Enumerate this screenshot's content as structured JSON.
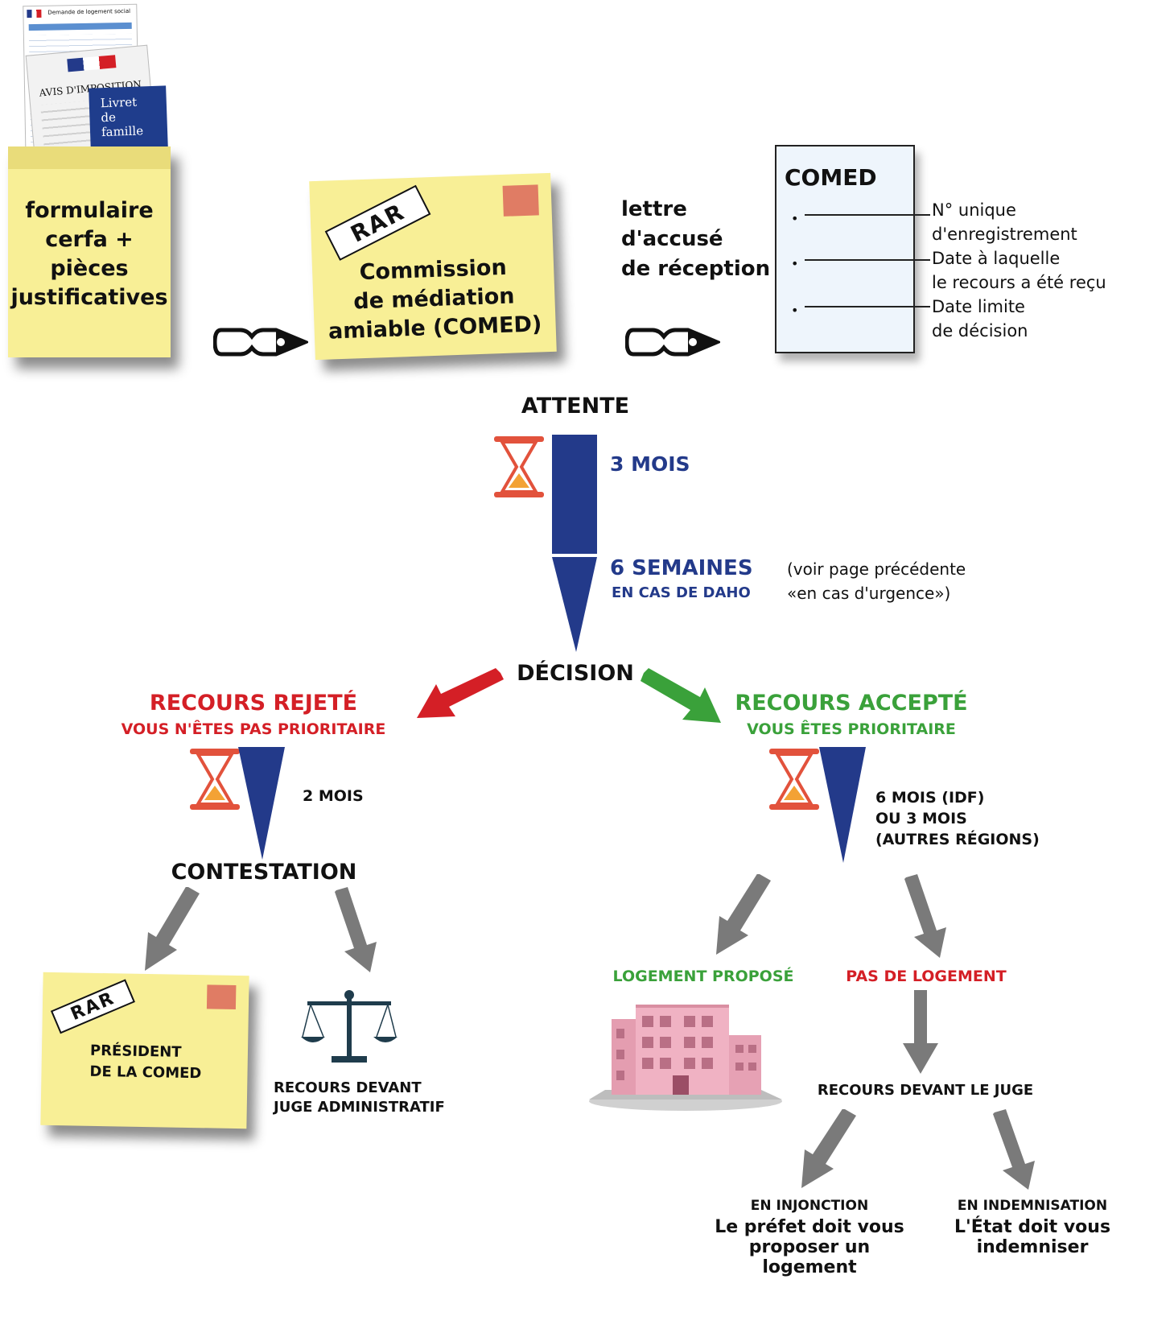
{
  "docs": {
    "cerfa_title": "Demande de logement social",
    "avis": "AVIS D'IMPOSITION",
    "livret": [
      "Livret",
      "de",
      "famille"
    ]
  },
  "step1": {
    "lines": [
      "formulaire",
      "cerfa + pièces",
      "justificatives"
    ]
  },
  "step2": {
    "rar": "RAR",
    "lines": [
      "Commission",
      "de médiation",
      "amiable (COMED)"
    ]
  },
  "step3": {
    "lines": [
      "lettre",
      "d'accusé",
      "de réception"
    ]
  },
  "comed_doc": {
    "title": "COMED",
    "items": [
      [
        "N° unique",
        "d'enregistrement"
      ],
      [
        "Date à laquelle",
        "le recours a été reçu"
      ],
      [
        "Date limite",
        "de décision"
      ]
    ]
  },
  "wait": {
    "title": "ATTENTE",
    "three_months": "3 MOIS",
    "six_weeks": "6 SEMAINES",
    "daho": "EN CAS DE DAHO",
    "see_note": [
      "(voir page précédente",
      "«en cas d'urgence»)"
    ]
  },
  "decision": {
    "title": "DÉCISION"
  },
  "rejected": {
    "title": "RECOURS REJETÉ",
    "subtitle": "VOUS N'ÊTES PAS PRIORITAIRE",
    "delay": "2 MOIS",
    "contest": "CONTESTATION",
    "rar": "RAR",
    "president": [
      "PRÉSIDENT",
      "DE LA COMED"
    ],
    "judge": [
      "RECOURS DEVANT",
      "JUGE ADMINISTRATIF"
    ]
  },
  "accepted": {
    "title": "RECOURS ACCEPTÉ",
    "subtitle": "VOUS ÊTES PRIORITAIRE",
    "delay": [
      "6 MOIS (IDF)",
      "OU 3 MOIS",
      "(AUTRES RÉGIONS)"
    ],
    "housing": "LOGEMENT PROPOSÉ",
    "no_housing": "PAS DE LOGEMENT",
    "judge": "RECOURS DEVANT LE JUGE",
    "injunction": {
      "title": "EN INJONCTION",
      "lines": [
        "Le préfet doit vous",
        "proposer un logement"
      ]
    },
    "indemnity": {
      "title": "EN INDEMNISATION",
      "lines": [
        "L'État doit vous",
        "indemniser"
      ]
    }
  },
  "colors": {
    "note": "#f8ef96",
    "blue": "#233a8a",
    "red": "#d41f26",
    "green": "#3aa13a",
    "grey_arrow": "#7a7a7a",
    "stamp": "#e07c64"
  }
}
